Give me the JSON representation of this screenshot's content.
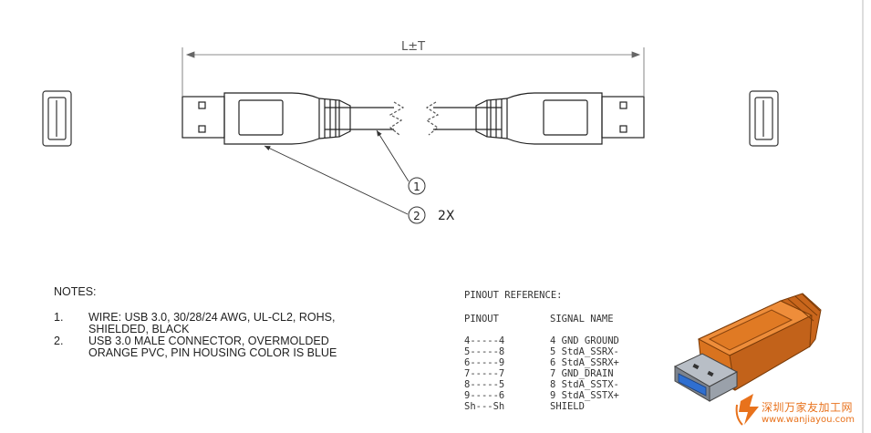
{
  "drawing": {
    "dimension_label": "L±T",
    "callout_1": "1",
    "callout_2": "2",
    "callout_2_qty": "2X"
  },
  "notes": {
    "heading": "NOTES:",
    "items": [
      {
        "num": "1.",
        "text": "WIRE: USB 3.0, 30/28/24 AWG, UL-CL2, ROHS,\nSHIELDED, BLACK"
      },
      {
        "num": "2.",
        "text": "USB 3.0 MALE CONNECTOR, OVERMOLDED\nORANGE PVC, PIN HOUSING COLOR IS BLUE"
      }
    ]
  },
  "pinout": {
    "title": "PINOUT REFERENCE:",
    "col_pinout": "PINOUT",
    "col_signal": "SIGNAL NAME",
    "rows": [
      {
        "pin": "4-----4",
        "signal": "4 GND GROUND"
      },
      {
        "pin": "5-----8",
        "signal": "5 StdA_SSRX-"
      },
      {
        "pin": "6-----9",
        "signal": "6 StdA_SSRX+"
      },
      {
        "pin": "7-----7",
        "signal": "7 GND_DRAIN"
      },
      {
        "pin": "8-----5",
        "signal": "8 StdA_SSTX-"
      },
      {
        "pin": "9-----6",
        "signal": "9 StdA_SSTX+"
      },
      {
        "pin": "Sh---Sh",
        "signal": "SHIELD"
      }
    ]
  },
  "watermark": {
    "line1": "深圳万家友加工网",
    "line2": "www.wanjiayou.com"
  },
  "colors": {
    "overmold_orange": "#d9731f",
    "pin_housing_blue": "#2f6fd0",
    "watermark_orange": "#e8721c"
  }
}
